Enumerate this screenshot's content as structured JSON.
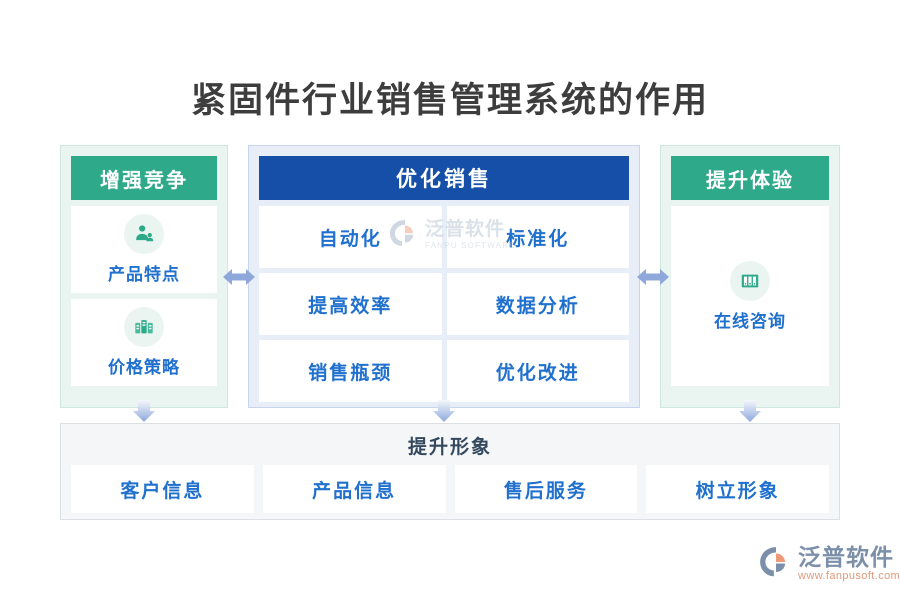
{
  "title": "紧固件行业销售管理系统的作用",
  "colors": {
    "green": "#2ea98a",
    "blue": "#164fa8",
    "cell_text": "#2070ce",
    "side_panel_bg": "#eaf5f1",
    "center_panel_bg": "#e8eef8",
    "bottom_panel_bg": "#f5f6f8",
    "arrow": "#8ea8dc",
    "title_text": "#3d3d3d"
  },
  "left_panel": {
    "header": "增强竞争",
    "items": [
      {
        "label": "产品特点",
        "icon": "user-icon"
      },
      {
        "label": "价格策略",
        "icon": "building-icon"
      }
    ]
  },
  "center_panel": {
    "header": "优化销售",
    "cells": [
      "自动化",
      "标准化",
      "提高效率",
      "数据分析",
      "销售瓶颈",
      "优化改进"
    ]
  },
  "right_panel": {
    "header": "提升体验",
    "items": [
      {
        "label": "在线咨询",
        "icon": "archive-icon"
      }
    ]
  },
  "bottom_panel": {
    "title": "提升形象",
    "cells": [
      "客户信息",
      "产品信息",
      "售后服务",
      "树立形象"
    ]
  },
  "watermark": {
    "cn": "泛普软件",
    "en": "FANPU SOFTWARE"
  },
  "logo": {
    "cn": "泛普软件",
    "url": "www.fanpusoft.com"
  }
}
